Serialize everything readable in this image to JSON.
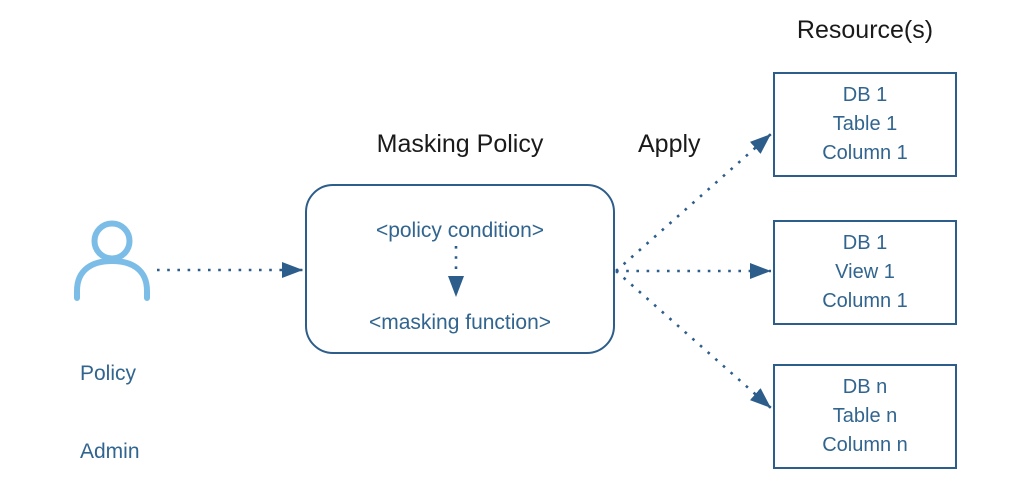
{
  "colors": {
    "dark_blue": "#2d5d8b",
    "text_blue": "#31658f",
    "light_blue": "#7cbde8",
    "black": "#1a1a1a",
    "background": "#ffffff"
  },
  "actor": {
    "icon": "person-icon",
    "label_lines": [
      "Policy",
      "Admin"
    ]
  },
  "policy_box": {
    "title": "Masking Policy",
    "condition_label": "<policy condition>",
    "function_label": "<masking function>"
  },
  "apply_label": "Apply",
  "resources": {
    "title": "Resource(s)",
    "boxes": [
      {
        "lines": [
          "DB 1",
          "Table 1",
          "Column 1"
        ]
      },
      {
        "lines": [
          "DB 1",
          "View 1",
          "Column 1"
        ]
      },
      {
        "lines": [
          "DB n",
          "Table n",
          "Column n"
        ]
      }
    ]
  },
  "edges": [
    {
      "from": "policy-admin",
      "to": "masking-policy-box",
      "style": "dotted-arrow"
    },
    {
      "from": "policy-condition",
      "to": "masking-function",
      "style": "dotted-arrow"
    },
    {
      "from": "masking-policy-box",
      "to": "resource-box-1",
      "style": "dotted-arrow"
    },
    {
      "from": "masking-policy-box",
      "to": "resource-box-2",
      "style": "dotted-arrow"
    },
    {
      "from": "masking-policy-box",
      "to": "resource-box-3",
      "style": "dotted-arrow"
    }
  ]
}
